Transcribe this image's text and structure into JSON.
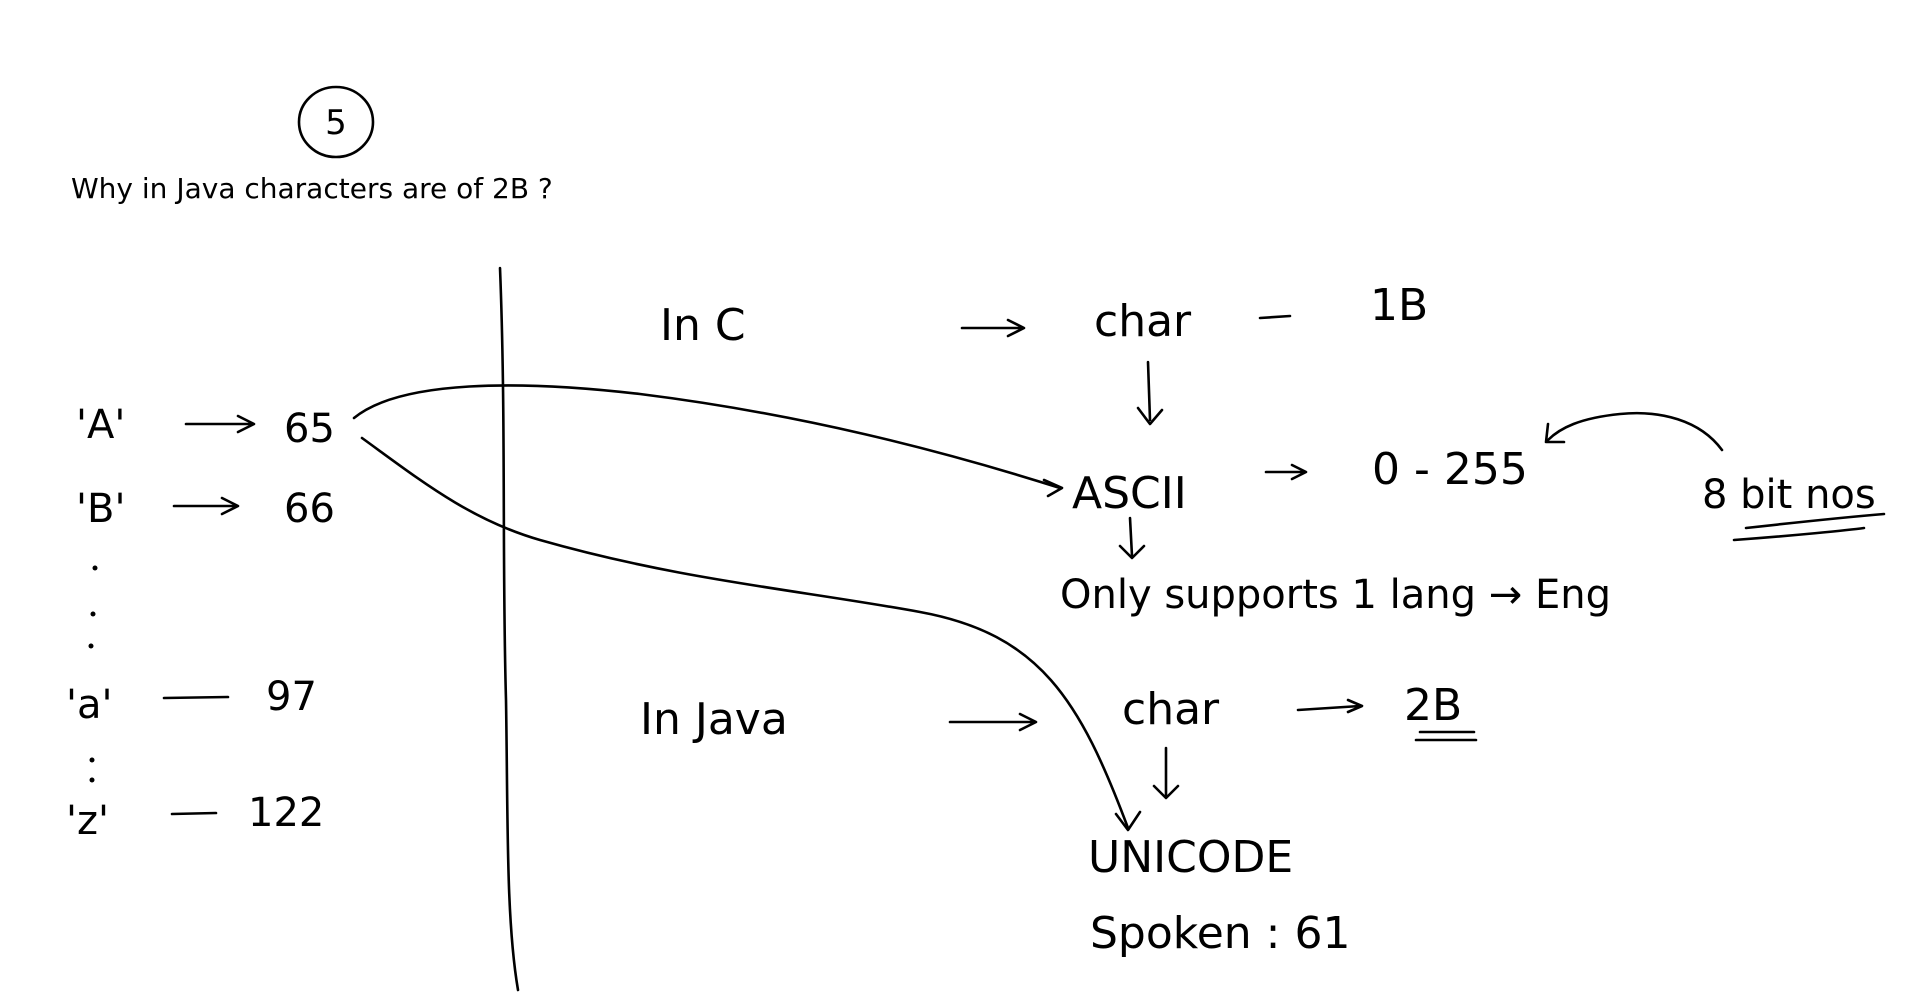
{
  "question": "Why in Java characters are of 2B ?",
  "question_number": "5",
  "left_mappings": [
    {
      "char": "'A'",
      "code": "65"
    },
    {
      "char": "'B'",
      "code": "66"
    },
    {
      "char": "'a'",
      "code": "97"
    },
    {
      "char": "'z'",
      "code": "122"
    }
  ],
  "c_section": {
    "label": "In C",
    "type": "char",
    "size": "1B",
    "encoding": "ASCII",
    "range": "0 - 255",
    "bits_note": "8 bit nos",
    "limitation": "Only supports 1 lang → Eng"
  },
  "java_section": {
    "label": "In Java",
    "type": "char",
    "size": "2B",
    "encoding": "UNICODE",
    "spoken": "Spoken : 61"
  }
}
